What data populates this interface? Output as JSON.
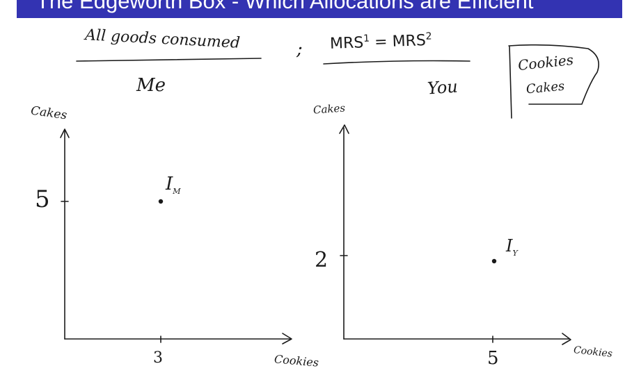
{
  "slide": {
    "title": "The Edgeworth Box - Which Allocations are Efficient"
  },
  "notes": {
    "condition1": "All goods consumed",
    "separator": ";",
    "condition2_base": "MRS",
    "condition2_sup1": "1",
    "condition2_mid": " = MRS",
    "condition2_sup2": "2",
    "label_me": "Me",
    "label_you": "You",
    "box_line1": "Cookies",
    "box_line2": "Cakes"
  },
  "left_graph": {
    "ylabel": "Cakes",
    "xlabel": "Cookies",
    "xtick": "3",
    "ytick": "5",
    "point_label": "I",
    "point_sub": "M",
    "point": {
      "x": 3,
      "y": 5
    }
  },
  "right_graph": {
    "ylabel": "Cakes",
    "xlabel": "Cookies",
    "xtick": "5",
    "ytick": "2",
    "point_label": "I",
    "point_sub": "Y",
    "point": {
      "x": 5,
      "y": 2
    }
  },
  "colors": {
    "title_bar": "#3333b2",
    "title_text": "#ffffff",
    "ink": "#1a1a1a"
  }
}
